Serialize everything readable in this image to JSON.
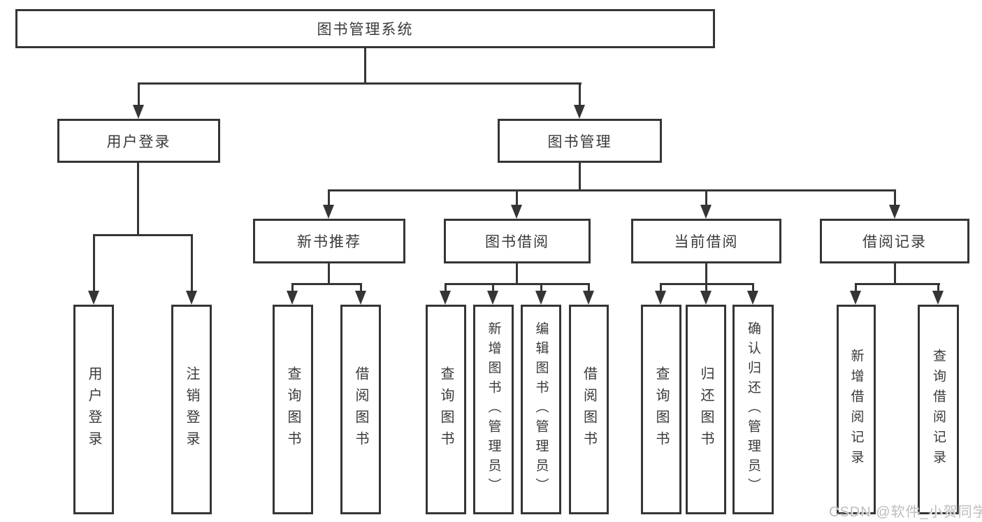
{
  "diagram_title": "图书管理系统",
  "watermark": "CSDN @软件_小贺同学",
  "colors": {
    "line": "#353535",
    "text": "#3a3a3a",
    "background": "#ffffff",
    "watermark": "#bdbdbd"
  },
  "tree": {
    "label": "图书管理系统",
    "children": [
      {
        "label": "用户登录",
        "children": [
          {
            "label": "用户登录"
          },
          {
            "label": "注销登录"
          }
        ]
      },
      {
        "label": "图书管理",
        "children": [
          {
            "label": "新书推荐",
            "children": [
              {
                "label": "查询图书"
              },
              {
                "label": "借阅图书"
              }
            ]
          },
          {
            "label": "图书借阅",
            "children": [
              {
                "label": "查询图书"
              },
              {
                "label": "新增图书（管理员）"
              },
              {
                "label": "编辑图书（管理员）"
              },
              {
                "label": "借阅图书"
              }
            ]
          },
          {
            "label": "当前借阅",
            "children": [
              {
                "label": "查询图书"
              },
              {
                "label": "归还图书"
              },
              {
                "label": "确认归还（管理员）"
              }
            ]
          },
          {
            "label": "借阅记录",
            "children": [
              {
                "label": "新增借阅记录"
              },
              {
                "label": "查询借阅记录"
              }
            ]
          }
        ]
      }
    ]
  }
}
